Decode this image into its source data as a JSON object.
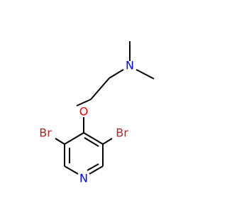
{
  "colors": {
    "bond": "#000000",
    "bromine": "#a52a2a",
    "oxygen": "#ff0000",
    "nitrogen": "#0000ff"
  },
  "atoms": {
    "n_amine": {
      "label": "N",
      "color": "#0000ff"
    },
    "o_ether": {
      "label": "O",
      "color": "#ff0000"
    },
    "br_left": {
      "label": "Br",
      "color": "#a52a2a"
    },
    "br_right": {
      "label": "Br",
      "color": "#a52a2a"
    },
    "n_pyridine": {
      "label": "N",
      "color": "#0000ff"
    }
  }
}
